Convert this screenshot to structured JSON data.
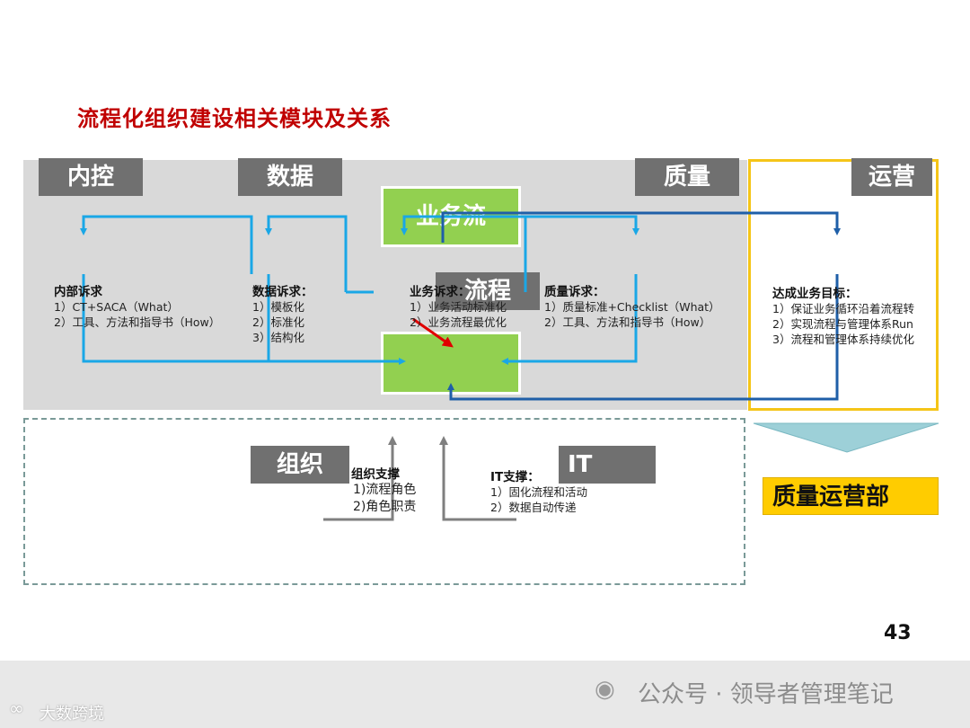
{
  "title": "流程化组织建设相关模块及关系",
  "modules": {
    "neikong": "内控",
    "shuju": "数据",
    "zhiliang": "质量",
    "yunying": "运营",
    "zuzhi": "组织",
    "it": "IT"
  },
  "center": {
    "top_label": "业务流",
    "mid_label": "流程"
  },
  "requirements": {
    "neikong": {
      "head": "内部诉求",
      "items": [
        "1）CT+SACA（What）",
        "2）工具、方法和指导书（How）"
      ]
    },
    "shuju": {
      "head": "数据诉求：",
      "items": [
        "1）模板化",
        "2）标准化",
        "3）结构化"
      ]
    },
    "yewu": {
      "head": "业务诉求：",
      "items": [
        "1）业务活动标准化",
        "2）业务流程最优化"
      ]
    },
    "zhiliang": {
      "head": "质量诉求：",
      "items": [
        "1）质量标准+Checklist（What）",
        "2）工具、方法和指导书（How）"
      ]
    },
    "yunying": {
      "head": "达成业务目标：",
      "items": [
        "1）保证业务循环沿着流程转",
        "2）实现流程与管理体系Run",
        "3）流程和管理体系持续优化"
      ]
    }
  },
  "supports": {
    "zuzhi": {
      "head": "组织支撑",
      "items": [
        "1)流程角色",
        "2)角色职责"
      ]
    },
    "it": {
      "head": "IT支撑：",
      "items": [
        "1）固化流程和活动",
        "2）数据自动传递"
      ]
    }
  },
  "department": "质量运营部",
  "page_number": "43",
  "watermark": "公众号 · 领导者管理笔记",
  "brand": "大数跨境",
  "colors": {
    "panel": "#d9d9d9",
    "module": "#707070",
    "green": "#92d050",
    "light_blue": "#1aa7e6",
    "dark_blue": "#1f5fa8",
    "yellow": "#f5c518",
    "dept": "#ffcc00",
    "title": "#c00000",
    "red_arrow": "#e00000"
  }
}
